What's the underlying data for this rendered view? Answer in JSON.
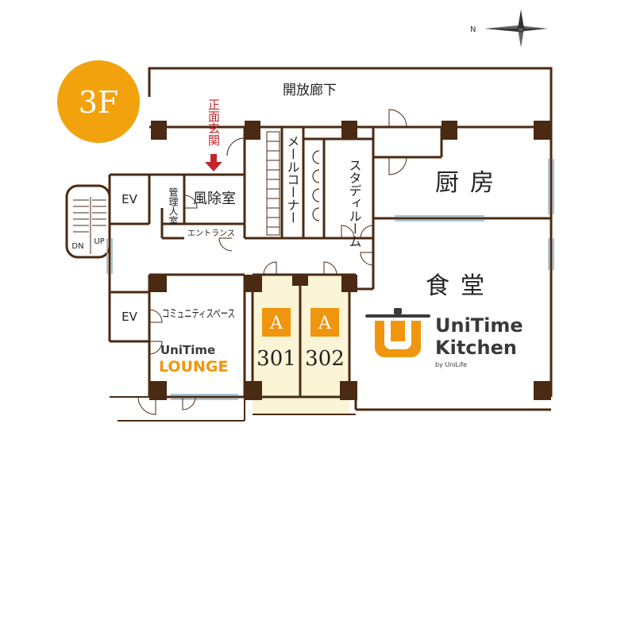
{
  "floor": {
    "label": "3F",
    "badge_color": "#F2A20C"
  },
  "compass": {
    "north_label": "N"
  },
  "colors": {
    "wall": "#4A2A12",
    "column": "#4A2A12",
    "floor": "#FFFFFF",
    "room_a": "#FBF4D6",
    "room_a_badge": "#F0960E",
    "entrance_arrow": "#C0272D",
    "brand_orange": "#F0960E",
    "brand_dark": "#3A3A3A",
    "lounge_orange": "#F0960E"
  },
  "rooms": {
    "corridor": "開放廊下",
    "front_entrance": "正面玄関",
    "ev_top": "EV",
    "ev_bottom": "EV",
    "manager_room": "管理人室",
    "windbreak_room": "風除室",
    "entrance": "エントランス",
    "mail_corner": "メールコーナー",
    "study_room": "スタディルーム",
    "kitchen": "厨房",
    "dining": "食堂",
    "community_space": "コミュニティスペース",
    "stairs_down": "DN",
    "stairs_up": "UP"
  },
  "units": [
    {
      "badge": "A",
      "number": "301"
    },
    {
      "badge": "A",
      "number": "302"
    }
  ],
  "brands": {
    "kitchen_logo_line1": "UniTime",
    "kitchen_logo_line2": "Kitchen",
    "kitchen_logo_by": "by UniLife",
    "lounge_logo_line1": "UniTime",
    "lounge_logo_line2": "LOUNGE"
  }
}
